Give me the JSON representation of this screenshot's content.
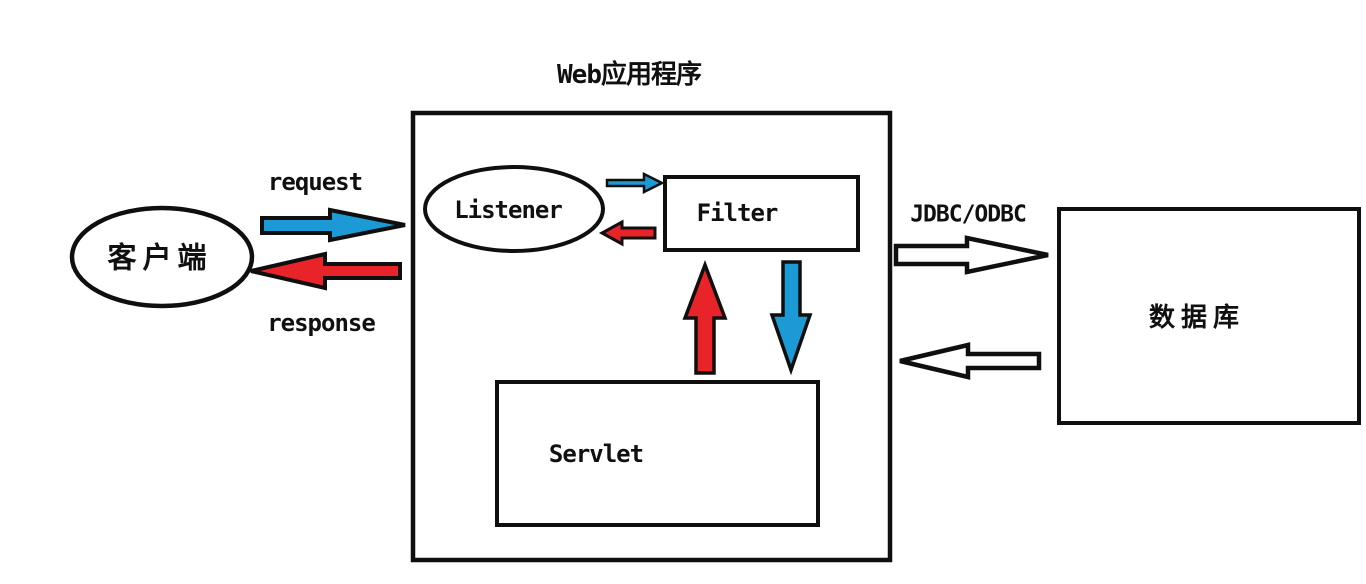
{
  "diagram": {
    "title": "Web应用程序",
    "nodes": {
      "client": {
        "label": "客户端",
        "shape": "ellipse"
      },
      "webapp": {
        "label": "Web应用程序",
        "shape": "rect"
      },
      "listener": {
        "label": "Listener",
        "shape": "ellipse"
      },
      "filter": {
        "label": "Filter",
        "shape": "rect"
      },
      "servlet": {
        "label": "Servlet",
        "shape": "rect"
      },
      "database": {
        "label": "数据库",
        "shape": "rect"
      }
    },
    "edges": [
      {
        "id": "request",
        "label": "request",
        "from": "client",
        "to": "listener",
        "color": "blue",
        "direction": "right"
      },
      {
        "id": "response",
        "label": "response",
        "from": "listener",
        "to": "client",
        "color": "red",
        "direction": "left"
      },
      {
        "id": "listener-to-filter",
        "label": "",
        "from": "listener",
        "to": "filter",
        "color": "blue",
        "direction": "right"
      },
      {
        "id": "filter-to-listener",
        "label": "",
        "from": "filter",
        "to": "listener",
        "color": "red",
        "direction": "left"
      },
      {
        "id": "servlet-to-filter",
        "label": "",
        "from": "servlet",
        "to": "filter",
        "color": "red",
        "direction": "up"
      },
      {
        "id": "filter-to-servlet",
        "label": "",
        "from": "filter",
        "to": "servlet",
        "color": "blue",
        "direction": "down"
      },
      {
        "id": "webapp-to-database",
        "label": "JDBC/ODBC",
        "from": "webapp",
        "to": "database",
        "color": "white",
        "direction": "right"
      },
      {
        "id": "database-to-webapp",
        "label": "",
        "from": "database",
        "to": "webapp",
        "color": "white",
        "direction": "left"
      }
    ],
    "colors": {
      "blue": "#1b9ad6",
      "red": "#e8232a",
      "white": "#ffffff",
      "outline": "#0f0f0f",
      "background": "#ffffff"
    }
  }
}
